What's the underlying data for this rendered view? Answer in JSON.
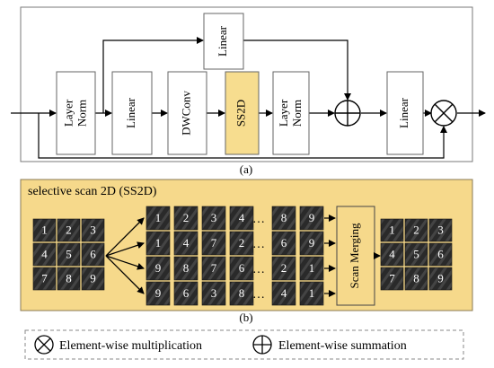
{
  "part_a": {
    "caption": "(a)",
    "blocks": {
      "layer_norm_1": "Layer Norm",
      "linear_1": "Linear",
      "dwconv": "DWConv",
      "ss2d": "SS2D",
      "layer_norm_2": "Layer Norm",
      "linear_top": "Linear",
      "linear_out": "Linear"
    },
    "colors": {
      "ss2d_fill": "#f7dd8f",
      "block_fill": "#ffffff",
      "stroke": "#666666"
    }
  },
  "part_b": {
    "title": "selective scan 2D (SS2D)",
    "caption": "(b)",
    "scan_merging": "Scan Merging",
    "input_grid": [
      "1",
      "2",
      "3",
      "4",
      "5",
      "6",
      "7",
      "8",
      "9"
    ],
    "scan_rows": [
      {
        "first": [
          "1",
          "2",
          "3",
          "4"
        ],
        "last": [
          "8",
          "9"
        ]
      },
      {
        "first": [
          "1",
          "4",
          "7",
          "2"
        ],
        "last": [
          "6",
          "9"
        ]
      },
      {
        "first": [
          "9",
          "8",
          "7",
          "6"
        ],
        "last": [
          "2",
          "1"
        ]
      },
      {
        "first": [
          "9",
          "6",
          "3",
          "8"
        ],
        "last": [
          "4",
          "1"
        ]
      }
    ],
    "ellipsis": "…",
    "output_grid": [
      "1",
      "2",
      "3",
      "4",
      "5",
      "6",
      "7",
      "8",
      "9"
    ],
    "colors": {
      "panel_fill": "#f6d98b",
      "tile_fill": "#2d2d2d",
      "merge_fill": "#f6d98b"
    }
  },
  "legend": {
    "multiplication_label": "Element-wise multiplication",
    "summation_label": "Element-wise summation"
  }
}
